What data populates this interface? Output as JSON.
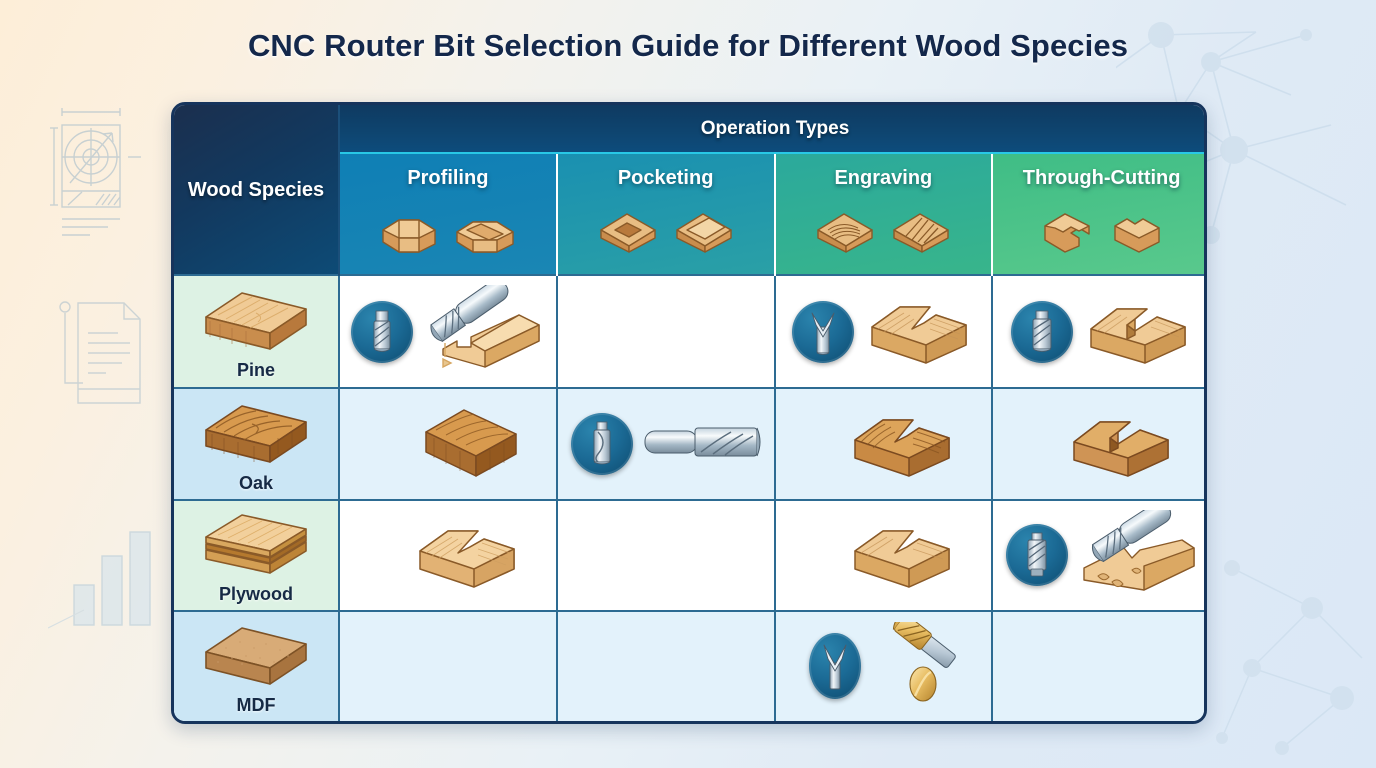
{
  "page": {
    "title": "CNC Router Bit Selection Guide for Different Wood Species",
    "accent_dark_navy": "#14284b",
    "accent_header_blue": "#0d4c7c",
    "accent_teal": "#2aa0a6",
    "accent_green": "#59c98c",
    "table_border": "#16345c",
    "row_alt_blue": "#e3f2fb"
  },
  "table": {
    "group_header": "Operation Types",
    "species_header": "Wood Species",
    "columns": [
      {
        "id": "profiling",
        "label": "Profiling",
        "icon": "profiling-wood-icon",
        "color": "#1a86b4"
      },
      {
        "id": "pocketing",
        "label": "Pocketing",
        "icon": "pocketing-wood-icon",
        "color": "#2aa0a6"
      },
      {
        "id": "engraving",
        "label": "Engraving",
        "icon": "engraving-wood-icon",
        "color": "#38b58b"
      },
      {
        "id": "through-cutting",
        "label": "Through-Cutting",
        "icon": "through-cutting-wood-icon",
        "color": "#59c98c"
      }
    ],
    "rows": [
      {
        "id": "pine",
        "label": "Pine",
        "species_icon": "pine-board-icon",
        "label_bg": "#ddf2e4",
        "row_bg": "#ffffff",
        "cells": [
          {
            "column": "profiling",
            "filled": true,
            "bit_icon": "spiral-upcut-bit-icon",
            "tool_icon": "end-mill-cutting-wood-icon"
          },
          {
            "column": "pocketing",
            "filled": false,
            "bit_icon": "",
            "tool_icon": ""
          },
          {
            "column": "engraving",
            "filled": true,
            "bit_icon": "v-bit-icon",
            "tool_icon": "v-groove-wood-icon"
          },
          {
            "column": "through-cutting",
            "filled": true,
            "bit_icon": "spiral-compression-bit-icon",
            "tool_icon": "slotted-wood-icon"
          }
        ]
      },
      {
        "id": "oak",
        "label": "Oak",
        "species_icon": "oak-board-icon",
        "label_bg": "#cbe6f5",
        "row_bg": "#e3f2fb",
        "cells": [
          {
            "column": "profiling",
            "filled": true,
            "bit_icon": "",
            "tool_icon": "oak-block-icon"
          },
          {
            "column": "pocketing",
            "filled": true,
            "bit_icon": "straight-flute-bit-icon",
            "tool_icon": "horizontal-end-mill-icon"
          },
          {
            "column": "engraving",
            "filled": true,
            "bit_icon": "",
            "tool_icon": "oak-v-groove-wood-icon"
          },
          {
            "column": "through-cutting",
            "filled": true,
            "bit_icon": "",
            "tool_icon": "oak-slotted-wood-icon"
          }
        ]
      },
      {
        "id": "plywood",
        "label": "Plywood",
        "species_icon": "plywood-board-icon",
        "label_bg": "#ddf2e4",
        "row_bg": "#ffffff",
        "cells": [
          {
            "column": "profiling",
            "filled": true,
            "bit_icon": "",
            "tool_icon": "plywood-groove-wood-icon"
          },
          {
            "column": "pocketing",
            "filled": false,
            "bit_icon": "",
            "tool_icon": ""
          },
          {
            "column": "engraving",
            "filled": true,
            "bit_icon": "",
            "tool_icon": "plywood-v-groove-wood-icon"
          },
          {
            "column": "through-cutting",
            "filled": true,
            "bit_icon": "compression-spiral-bit-icon",
            "tool_icon": "end-mill-chips-wood-icon"
          }
        ]
      },
      {
        "id": "mdf",
        "label": "MDF",
        "species_icon": "mdf-board-icon",
        "label_bg": "#cbe6f5",
        "row_bg": "#e3f2fb",
        "cells": [
          {
            "column": "profiling",
            "filled": false,
            "bit_icon": "",
            "tool_icon": ""
          },
          {
            "column": "pocketing",
            "filled": false,
            "bit_icon": "",
            "tool_icon": ""
          },
          {
            "column": "engraving",
            "filled": true,
            "bit_icon": "v-carving-bit-icon",
            "tool_icon": "brass-engraving-bit-icon"
          },
          {
            "column": "through-cutting",
            "filled": false,
            "bit_icon": "",
            "tool_icon": ""
          }
        ]
      }
    ]
  },
  "decorations": [
    {
      "name": "blueprint-drawing-watermark"
    },
    {
      "name": "document-lines-watermark"
    },
    {
      "name": "bar-chart-watermark"
    },
    {
      "name": "network-nodes-watermark"
    }
  ]
}
